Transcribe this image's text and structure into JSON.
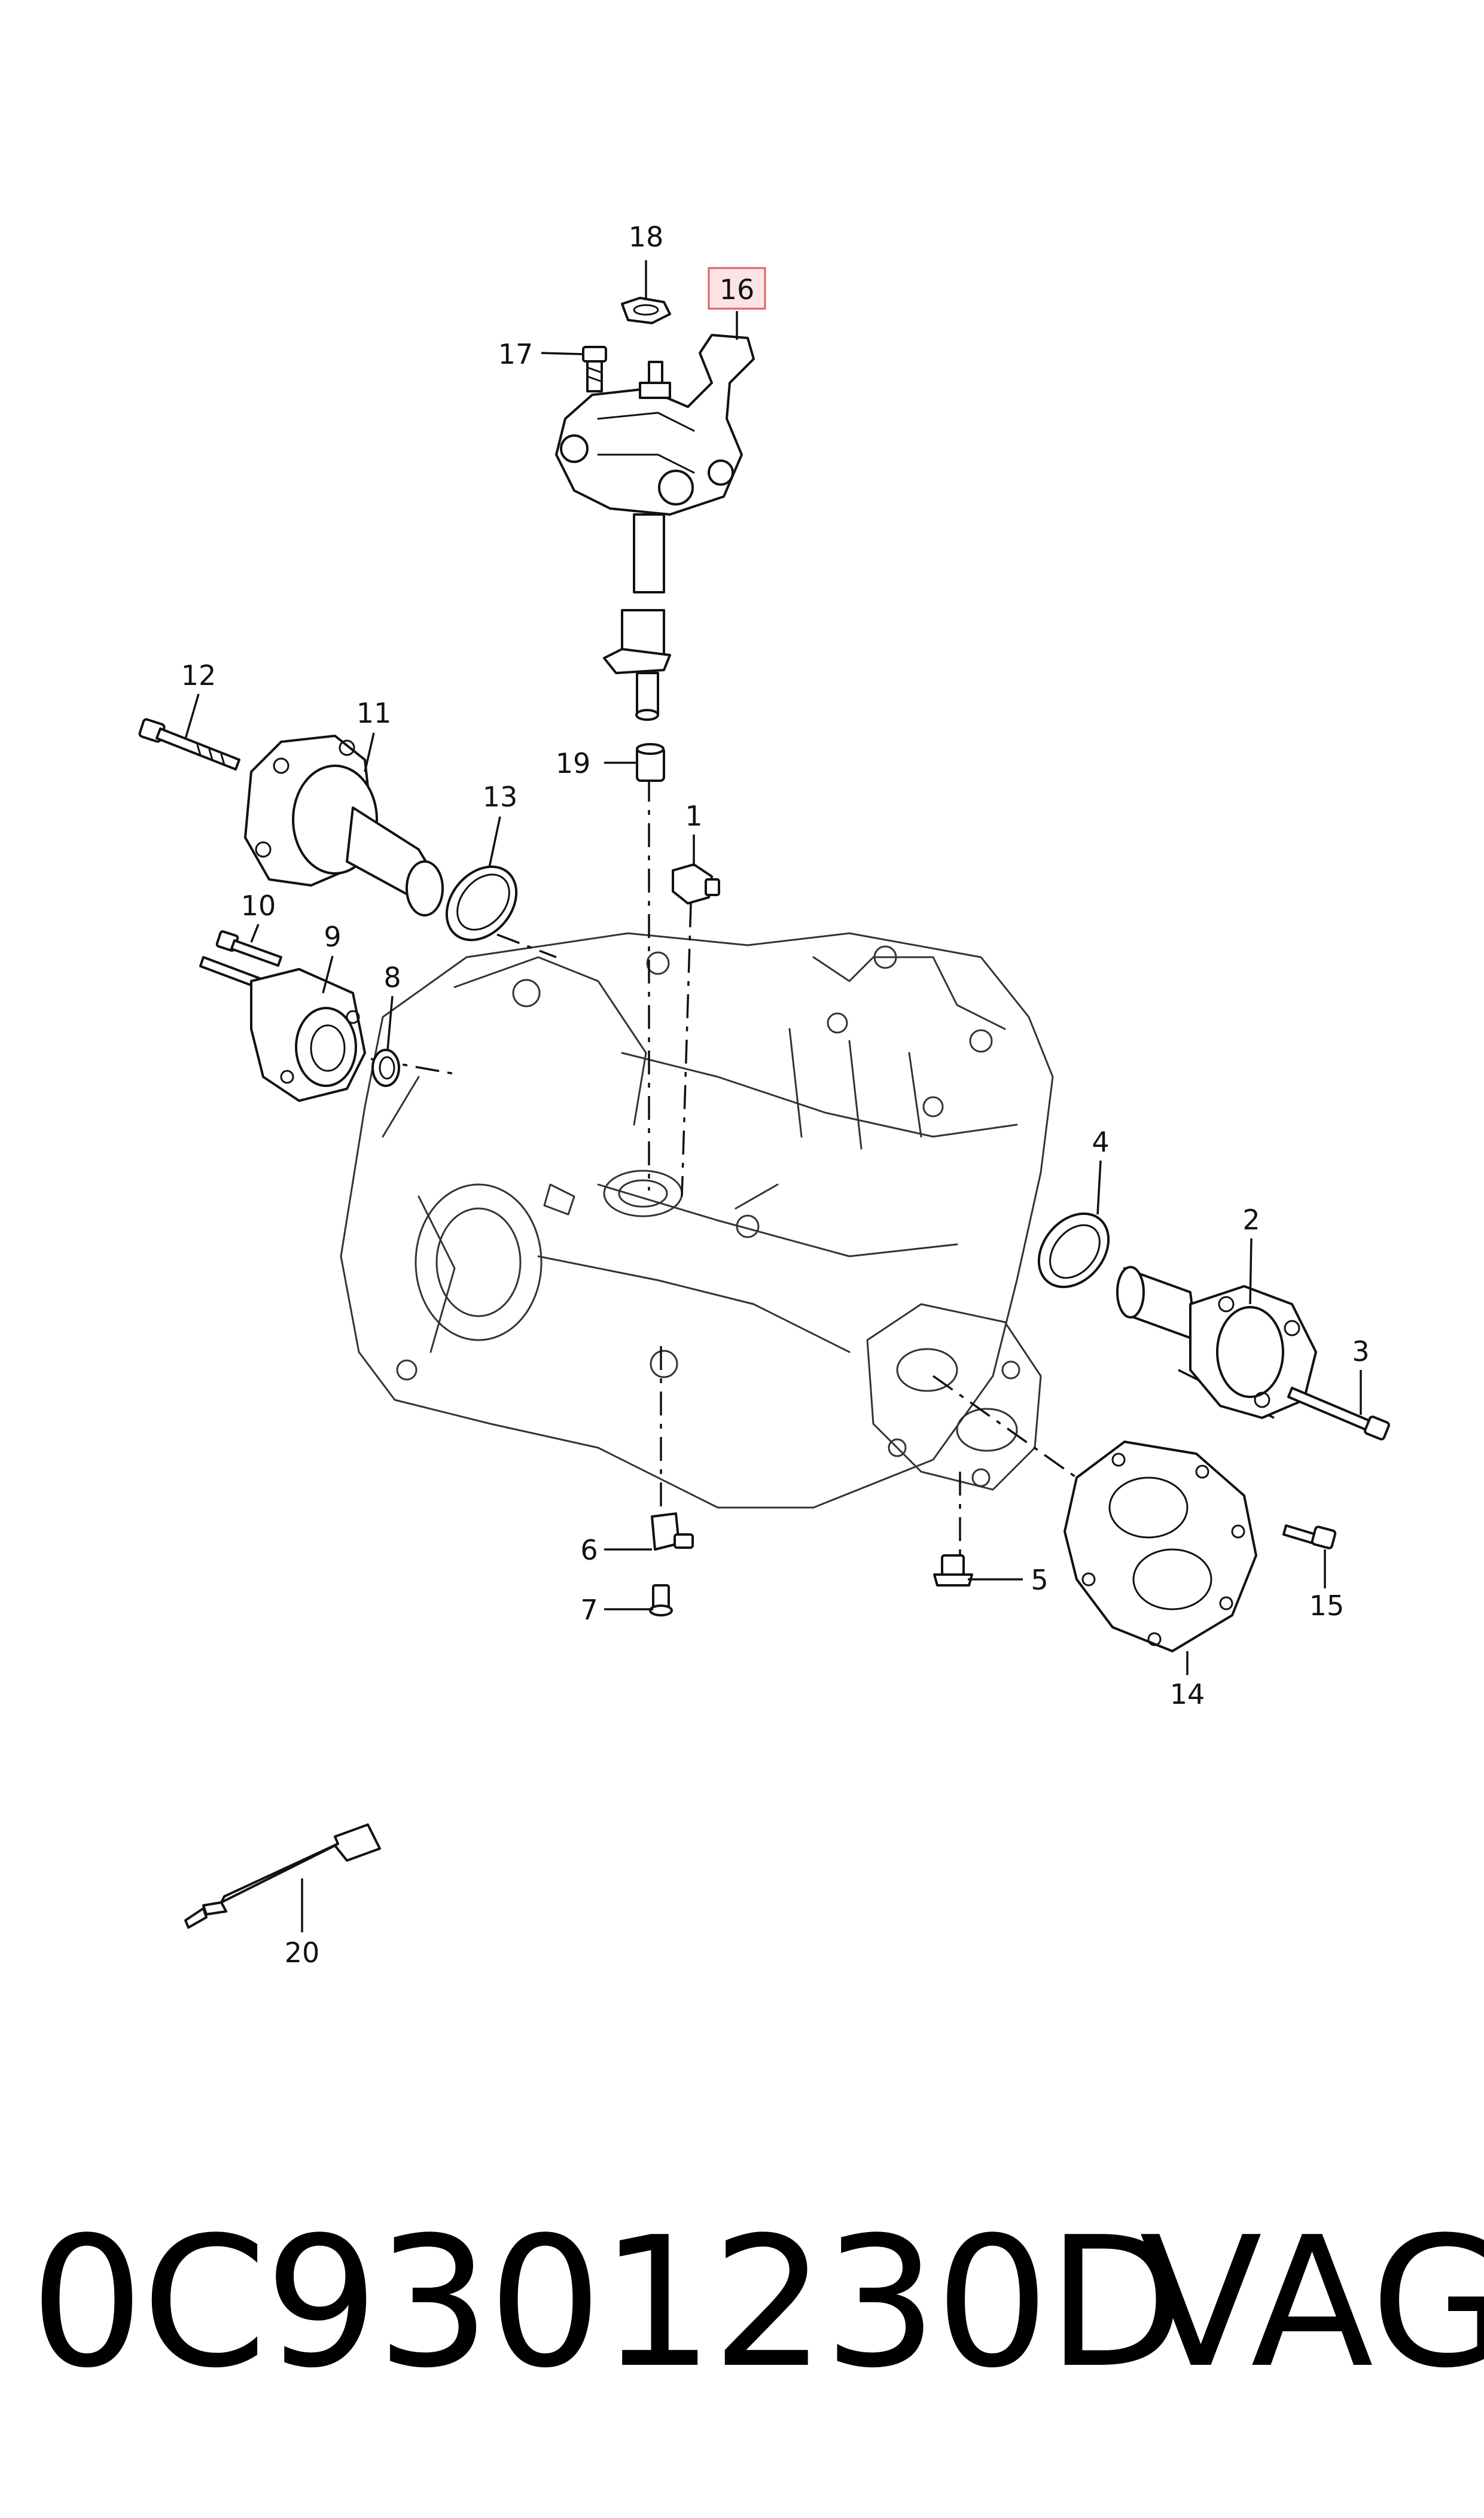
{
  "callouts": {
    "c1": "1",
    "c2": "2",
    "c3": "3",
    "c4": "4",
    "c5": "5",
    "c6": "6",
    "c7": "7",
    "c8": "8",
    "c9": "9",
    "c10": "10",
    "c11": "11",
    "c12": "12",
    "c13": "13",
    "c14": "14",
    "c15": "15",
    "c16": "16",
    "c17": "17",
    "c18": "18",
    "c19": "19",
    "c20": "20"
  },
  "highlighted_callout": "16",
  "highlight_color": "#fde4e4",
  "footer": {
    "part_number": "0C9301230D",
    "brand": "VAG"
  }
}
